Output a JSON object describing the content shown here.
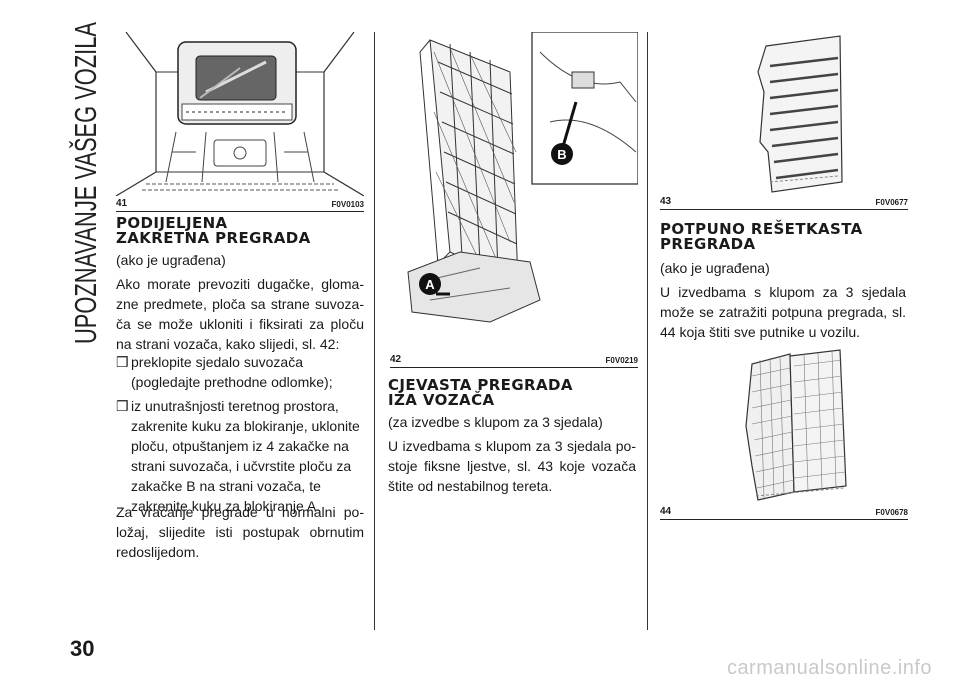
{
  "sidebar": {
    "section_title": "UPOZNAVANJE VAŠEG VOZILA"
  },
  "page": {
    "number": "30",
    "watermark": "carmanualsonline.info"
  },
  "col1": {
    "figure": {
      "number": "41",
      "code": "F0V0103"
    },
    "heading_line1": "PODIJELJENA",
    "heading_line2": "ZAKRETNA PREGRADA",
    "note": "(ako je ugrađena)",
    "intro": "Ako morate prevoziti dugačke, gloma-zne predmete, ploča sa strane suvoza-ča se može ukloniti i fiksirati za ploču na strani vozača, kako slijedi, sl. 42:",
    "bullets": [
      {
        "mark": "❒",
        "text": "preklopite sjedalo suvozača (pogledajte prethodne odlomke);"
      },
      {
        "mark": "❒",
        "text": "iz unutrašnjosti teretnog prostora, zakrenite kuku za blokiranje, uklonite ploču, otpuštanjem iz 4 zakačke na strani suvozača, i učvrstite ploču za zakačke B na strani vozača, te zakrenite kuku za blokiranje A."
      }
    ],
    "closing": "Za vraćanje pregrade u normalni po-ložaj, slijedite isti postupak obrnutim redoslijedom."
  },
  "col2": {
    "figure": {
      "number": "42",
      "code": "F0V0219",
      "label_a": "A",
      "label_b": "B"
    },
    "heading_line1": "CJEVASTA PREGRADA",
    "heading_line2": "IZA VOZAČA",
    "note": "(za izvedbe s klupom za 3 sjedala)",
    "body": "U izvedbama s klupom za 3 sjedala po-stoje fiksne ljestve, sl. 43 koje vozača štite od nestabilnog tereta."
  },
  "col3": {
    "figure_top": {
      "number": "43",
      "code": "F0V0677"
    },
    "heading_line1": "POTPUNO REŠETKASTA",
    "heading_line2": "PREGRADA",
    "note": "(ako je ugrađena)",
    "body": "U izvedbama s klupom za 3 sjedala može se zatražiti potpuna pregrada, sl. 44 koja štiti sve putnike u vozilu.",
    "figure_bottom": {
      "number": "44",
      "code": "F0V0678"
    }
  }
}
